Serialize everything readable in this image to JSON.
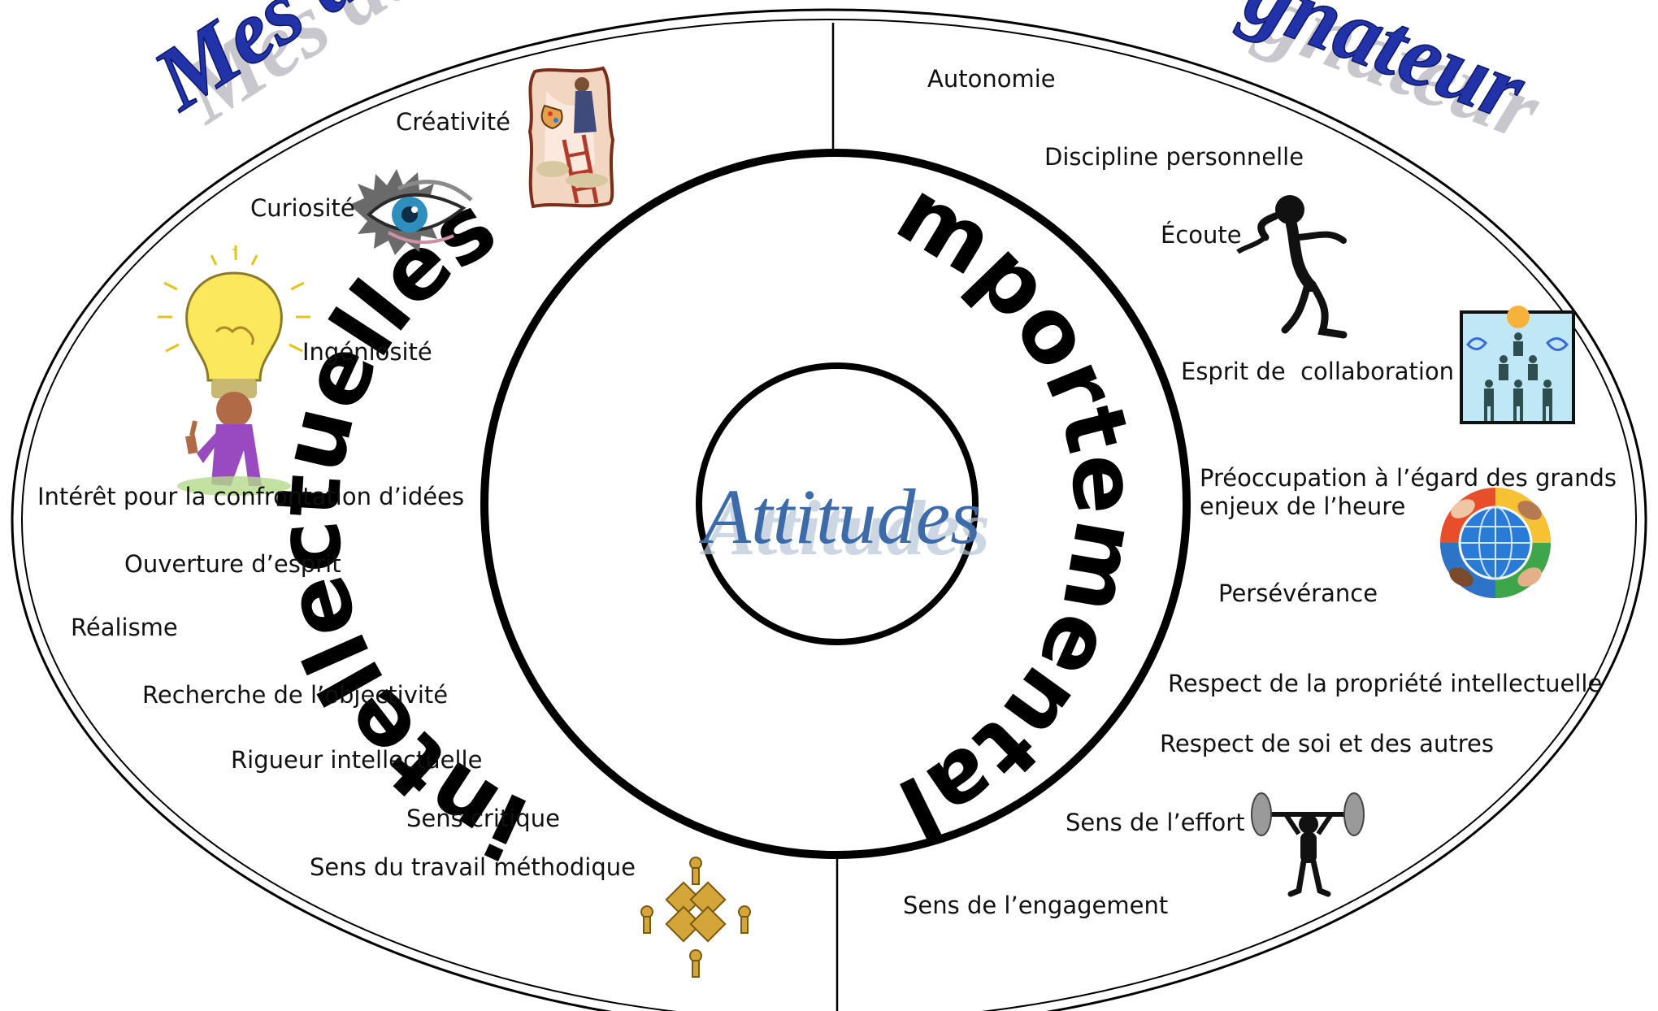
{
  "title": {
    "left_visible": "Mes att",
    "right_visible": "gnateur"
  },
  "center": {
    "word": "Attitudes",
    "left_arc": "intellectuelles",
    "right_arc": "comportementales"
  },
  "left_items": [
    "Créativité",
    "Curiosité",
    "Ingéniosité",
    "Intérêt pour la confrontation d’idées",
    "Ouverture d’esprit",
    "Réalisme",
    "Recherche de l’objectivité",
    "Rigueur intellectuelle",
    "Sens critique",
    "Sens du travail méthodique"
  ],
  "right_items": [
    "Autonomie",
    "Discipline personnelle",
    "Écoute",
    "Esprit de  collaboration",
    "Préoccupation à l’égard des grands enjeux de l’heure",
    "Persévérance",
    "Respect de la propriété intellectuelle",
    "Respect de soi et des autres",
    "Sens de l’effort",
    "Sens de l’engagement"
  ],
  "colors": {
    "wordart_blue": "#2233aa",
    "wordart_shadow": "#9a9aa6",
    "attitudes_blue": "#3d6aa8",
    "outline": "#000000"
  },
  "icons": [
    "painter-on-ladder-icon",
    "eye-icon",
    "lightbulb-person-icon",
    "stick-figure-listening-icon",
    "human-pyramid-icon",
    "globe-hands-icon",
    "weightlifter-icon",
    "gold-puzzle-figures-icon"
  ]
}
